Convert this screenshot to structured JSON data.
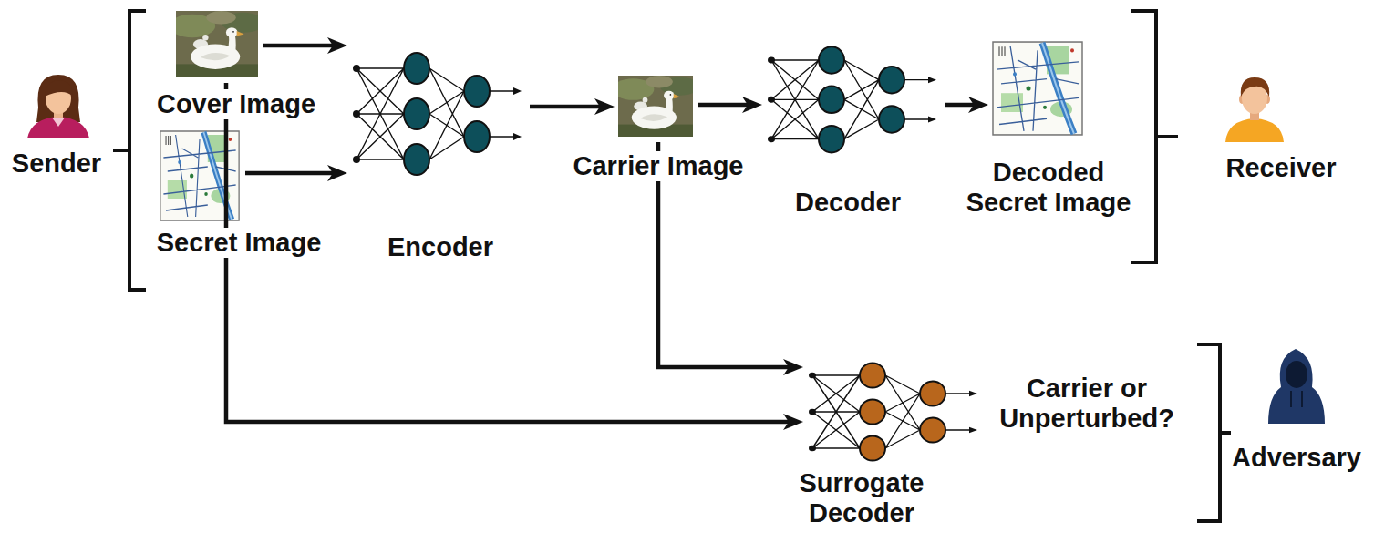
{
  "diagram": {
    "nodes": [
      {
        "text": [
          "Sender"
        ]
      },
      {
        "text": [
          "Cover Image"
        ]
      },
      {
        "text": [
          "Secret Image"
        ]
      },
      {
        "text": [
          "Encoder"
        ]
      },
      {
        "text": [
          "Carrier Image"
        ]
      },
      {
        "text": [
          "Decoder"
        ]
      },
      {
        "text": [
          "Decoded Secret Image"
        ]
      },
      {
        "text": [
          "Receiver"
        ]
      },
      {
        "text": [
          "Surrogate Decoder"
        ]
      },
      {
        "text": [
          "Adversary"
        ]
      }
    ],
    "edges": [
      {
        "from": 1,
        "to": 3,
        "arrow": "to"
      },
      {
        "from": 2,
        "to": 3,
        "arrow": "to"
      },
      {
        "from": 3,
        "to": 4,
        "arrow": "to"
      },
      {
        "from": 4,
        "to": 5,
        "arrow": "to"
      },
      {
        "from": 5,
        "to": 6,
        "arrow": "to"
      },
      {
        "from": 4,
        "to": 8,
        "arrow": "to"
      },
      {
        "from": 1,
        "to": 8,
        "arrow": "to"
      }
    ],
    "labels": [
      "Carrier or Unperturbed?"
    ]
  }
}
